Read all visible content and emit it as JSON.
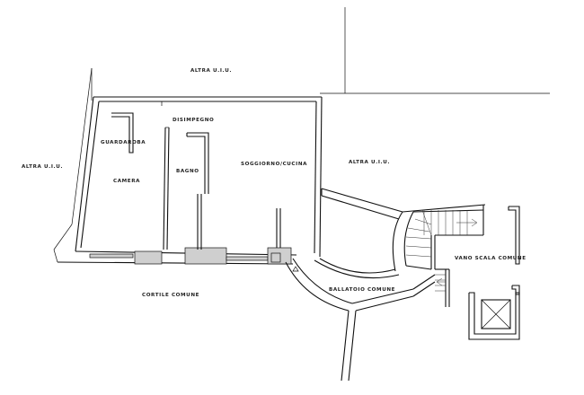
{
  "labels": {
    "altra_top": "ALTRA U.I.U.",
    "altra_left": "ALTRA U.I.U.",
    "altra_right": "ALTRA U.I.U.",
    "disimpegno": "DISIMPEGNO",
    "guardaroba": "GUARDAROBA",
    "camera": "CAMERA",
    "bagno": "BAGNO",
    "soggiorno": "SOGGIORNO/CUCINA",
    "vano_scala": "VANO SCALA COMUNE",
    "ballatoio": "BALLATOIO COMUNE",
    "cortile": "CORTILE COMUNE"
  },
  "colors": {
    "line": "#111111",
    "wall_fill": "#cfcfcf",
    "background": "#ffffff"
  }
}
